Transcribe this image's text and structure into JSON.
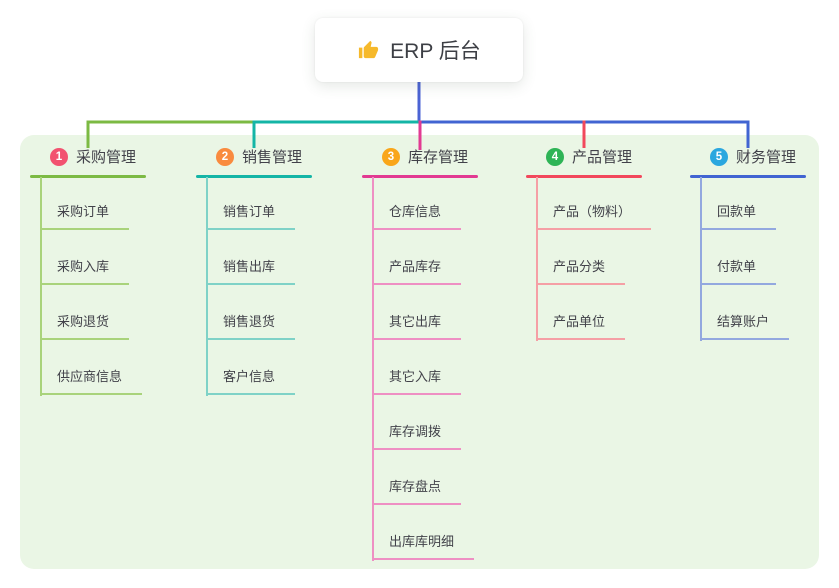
{
  "root": {
    "label": "ERP 后台",
    "icon": "thumbs-up",
    "icon_color": "#f6b92b",
    "text_color": "#3d3f45",
    "box_bg": "#ffffff",
    "connector_color": "#4b63d4"
  },
  "panel": {
    "bg_color": "#eaf6e5"
  },
  "text_color": "#42424a",
  "branches": [
    {
      "index": "1",
      "label": "采购管理",
      "badge_color": "#f25270",
      "line_color": "#7cba43",
      "child_line_color": "#a9d37b",
      "children": [
        "采购订单",
        "采购入库",
        "采购退货",
        "供应商信息"
      ]
    },
    {
      "index": "2",
      "label": "销售管理",
      "badge_color": "#f98b3f",
      "line_color": "#14b5a6",
      "child_line_color": "#7fd2c7",
      "children": [
        "销售订单",
        "销售出库",
        "销售退货",
        "客户信息"
      ]
    },
    {
      "index": "3",
      "label": "库存管理",
      "badge_color": "#f9a61a",
      "line_color": "#e23a92",
      "child_line_color": "#ee8fc3",
      "children": [
        "仓库信息",
        "产品库存",
        "其它出库",
        "其它入库",
        "库存调拨",
        "库存盘点",
        "出库库明细"
      ]
    },
    {
      "index": "4",
      "label": "产品管理",
      "badge_color": "#2eb456",
      "line_color": "#f2485c",
      "child_line_color": "#f59fa5",
      "children": [
        "产品（物料）",
        "产品分类",
        "产品单位"
      ]
    },
    {
      "index": "5",
      "label": "财务管理",
      "badge_color": "#2ba7df",
      "line_color": "#4164d2",
      "child_line_color": "#93a8df",
      "children": [
        "回款单",
        "付款单",
        "结算账户"
      ]
    }
  ]
}
